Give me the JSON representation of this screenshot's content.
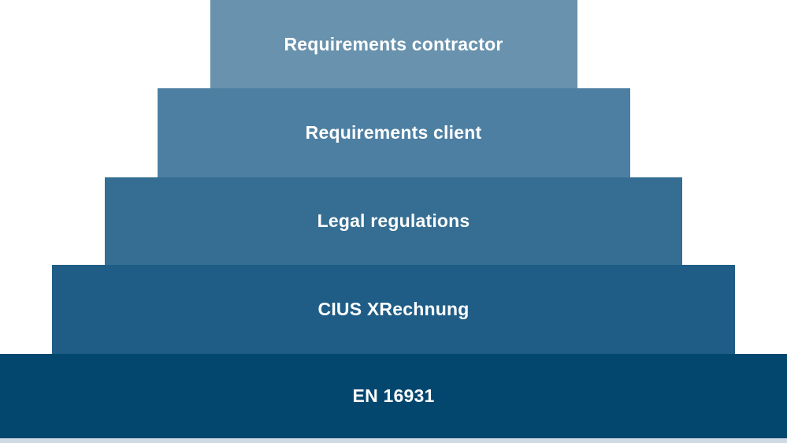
{
  "diagram": {
    "tiers": [
      {
        "label": "Requirements contractor",
        "color": "#6892ad"
      },
      {
        "label": "Requirements client",
        "color": "#4d7fa2"
      },
      {
        "label": "Legal regulations",
        "color": "#356e92"
      },
      {
        "label": "CIUS XRechnung",
        "color": "#1f5d86"
      },
      {
        "label": "EN 16931",
        "color": "#03476f"
      }
    ],
    "label_color": "#ffffff",
    "base_strip_color": "#cfdae2",
    "background_color": "#ffffff"
  }
}
